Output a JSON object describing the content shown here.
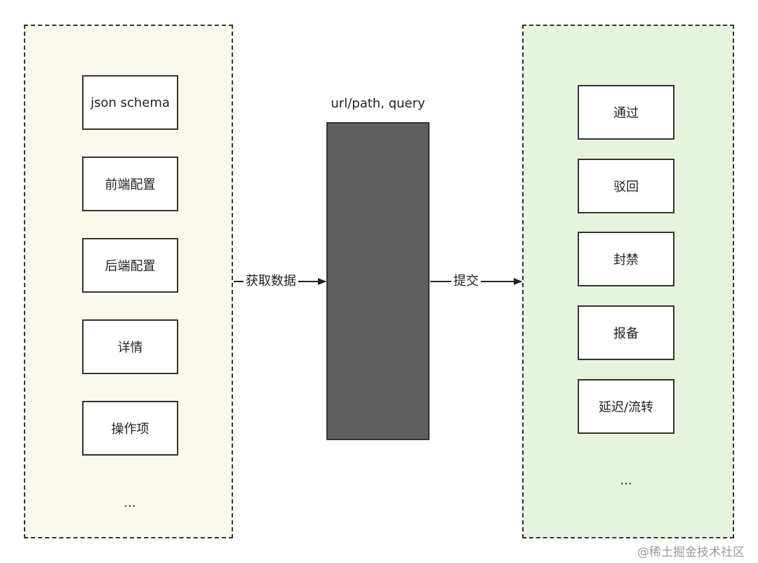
{
  "left_panel": {
    "items": [
      {
        "label": "json schema"
      },
      {
        "label": "前端配置"
      },
      {
        "label": "后端配置"
      },
      {
        "label": "详情"
      },
      {
        "label": "操作项"
      }
    ],
    "ellipsis": "..."
  },
  "center": {
    "title": "url/path, query"
  },
  "right_panel": {
    "items": [
      {
        "label": "通过"
      },
      {
        "label": "驳回"
      },
      {
        "label": "封禁"
      },
      {
        "label": "报备"
      },
      {
        "label": "延迟/流转"
      }
    ],
    "ellipsis": "..."
  },
  "edges": {
    "left_to_center": "获取数据",
    "center_to_right": "提交"
  },
  "watermark": "@稀土掘金技术社区",
  "colors": {
    "left_panel_bg": "#fbf9ec",
    "right_panel_bg": "#e6f4dd",
    "center_block_bg": "#5f5f5f",
    "border": "#333333"
  }
}
